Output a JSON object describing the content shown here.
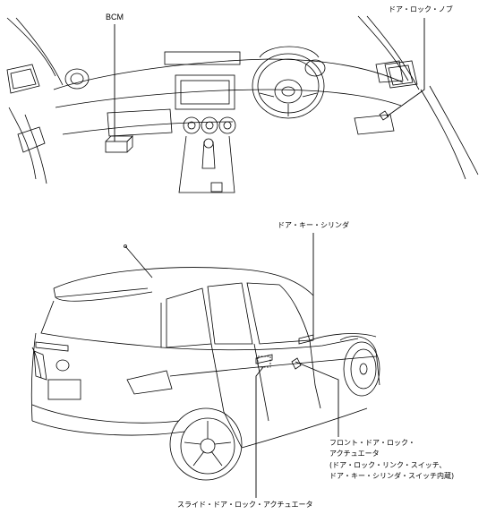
{
  "labels": {
    "bcm": "BCM",
    "door_lock_knob": "ドア・ロック・ノブ",
    "door_key_cylinder": "ドア・キー・シリンダ",
    "front_actuator_line1": "フロント・ドア・ロック・",
    "front_actuator_line2": "アクチュエータ",
    "front_actuator_line3": "(ドア・ロック・リンク・スイッチ、",
    "front_actuator_line4": "ドア・キー・シリンダ・スイッチ内蔵)",
    "slide_actuator": "スライド・ドア・ロック・アクチュエータ"
  },
  "figures": {
    "top": "dashboard-interior",
    "bottom": "vehicle-rear-exterior"
  }
}
